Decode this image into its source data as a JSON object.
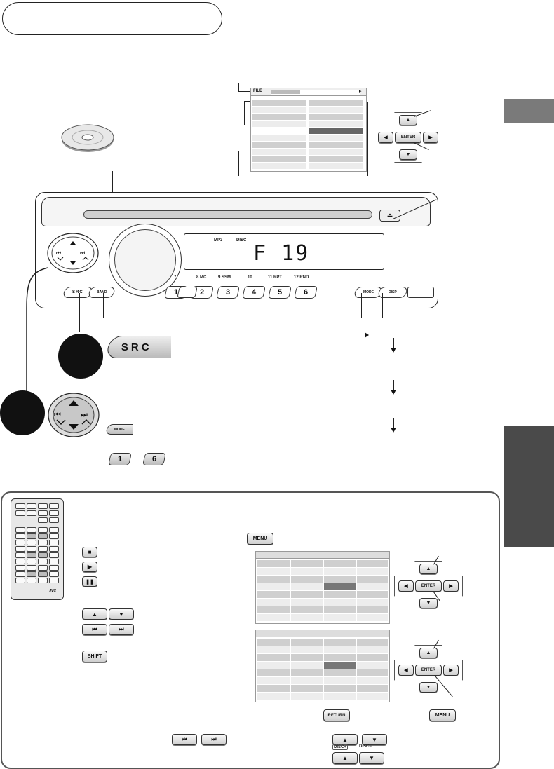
{
  "unit": {
    "display_text": "F 19",
    "display_indicators": [
      "MP3",
      "DISC"
    ],
    "preset_keys": [
      "1",
      "2",
      "3",
      "4",
      "5",
      "6"
    ],
    "preset_labels": [
      "7",
      "8 MC",
      "9 SSM",
      "10",
      "11 RPT",
      "12 RND"
    ],
    "src_label": "SRC",
    "band_label": "BAND",
    "mode_label": "MODE",
    "disp_label": "DISP"
  },
  "file_screen": {
    "header_label": "FILE"
  },
  "enter_pad": {
    "center_label": "ENTER",
    "up": "▲",
    "down": "▼",
    "left": "◀",
    "right": "▶"
  },
  "step1": {
    "key_label": "SRC"
  },
  "step2": {
    "mode_key_label": "MODE",
    "key_first": "1",
    "key_last": "6"
  },
  "remote_box": {
    "brand": "JVC",
    "menu_label": "MENU",
    "shift_label": "SHIFT",
    "return_label": "RETURN",
    "menu_label_bottom": "MENU",
    "disc_plus_label": "DISC+",
    "disc_minus_label": "DISC−",
    "stop_icon": "■",
    "play_icon": "▶",
    "pause_icon": "❚❚",
    "up_icon": "▲",
    "down_icon": "▼",
    "prev_icon": "⏮",
    "next_icon": "⏭"
  }
}
